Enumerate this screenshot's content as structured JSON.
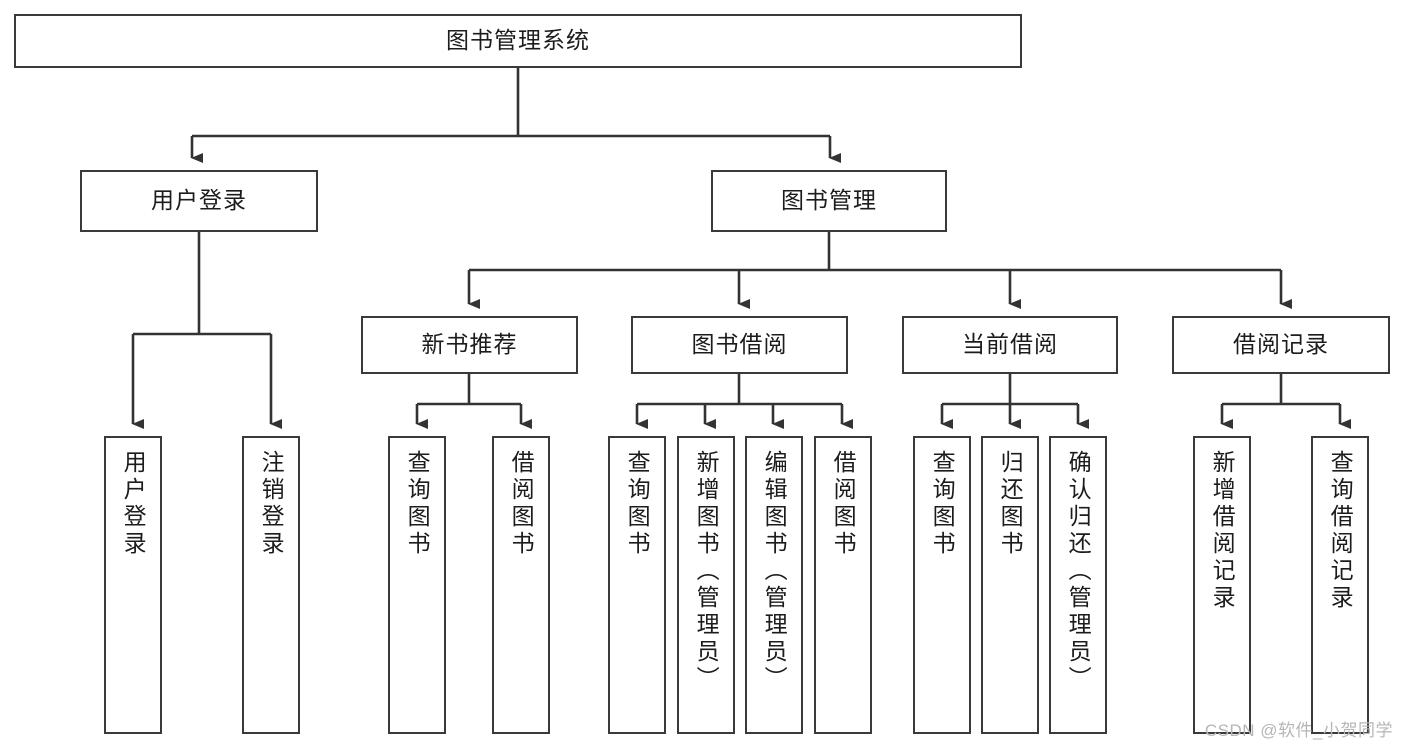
{
  "diagram": {
    "title": "图书管理系统",
    "type": "tree-hierarchy",
    "watermark": "CSDN @软件_小贺同学",
    "colors": {
      "background": "#ffffff",
      "border": "#3a3a3a",
      "line": "#333333",
      "text": "#1c1c1c",
      "watermark": "#b6b6b6"
    },
    "nodes": {
      "root": {
        "label": "图书管理系统"
      },
      "level1": [
        {
          "label": "用户登录"
        },
        {
          "label": "图书管理"
        }
      ],
      "level2": [
        {
          "label": "新书推荐"
        },
        {
          "label": "图书借阅"
        },
        {
          "label": "当前借阅"
        },
        {
          "label": "借阅记录"
        }
      ],
      "leaves_user_login": [
        {
          "label": "用户登录"
        },
        {
          "label": "注销登录"
        }
      ],
      "leaves_new_book": [
        {
          "label": "查询图书"
        },
        {
          "label": "借阅图书"
        }
      ],
      "leaves_borrow": [
        {
          "label": "查询图书"
        },
        {
          "label": "新增图书（管理员）"
        },
        {
          "label": "编辑图书（管理员）"
        },
        {
          "label": "借阅图书"
        }
      ],
      "leaves_current": [
        {
          "label": "查询图书"
        },
        {
          "label": "归还图书"
        },
        {
          "label": "确认归还（管理员）"
        }
      ],
      "leaves_record": [
        {
          "label": "新增借阅记录"
        },
        {
          "label": "查询借阅记录"
        }
      ]
    }
  }
}
